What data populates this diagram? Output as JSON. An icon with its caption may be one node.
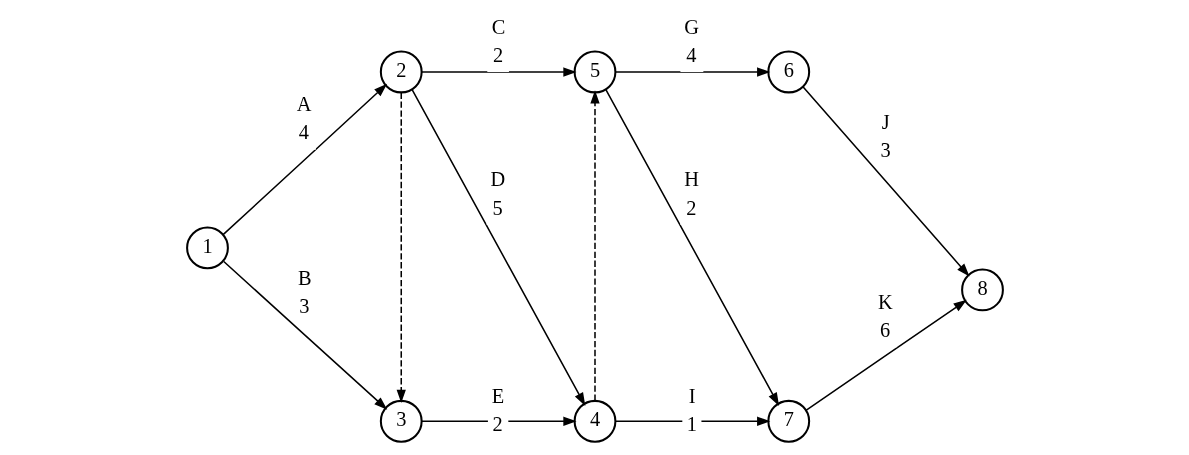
{
  "diagram": {
    "nodes": [
      {
        "text": [
          "1"
        ]
      },
      {
        "text": [
          "2"
        ]
      },
      {
        "text": [
          "3"
        ]
      },
      {
        "text": [
          "4"
        ]
      },
      {
        "text": [
          "5"
        ]
      },
      {
        "text": [
          "6"
        ]
      },
      {
        "text": [
          "7"
        ]
      },
      {
        "text": [
          "8"
        ]
      }
    ],
    "edges": [
      {
        "from": 0,
        "to": 1,
        "arrow": "to",
        "label": [
          "A",
          "4"
        ]
      },
      {
        "from": 0,
        "to": 2,
        "arrow": "to",
        "label": [
          "B",
          "3"
        ]
      },
      {
        "from": 1,
        "to": 4,
        "arrow": "to",
        "label": [
          "C",
          "2"
        ]
      },
      {
        "from": 1,
        "to": 2,
        "arrow": "to",
        "style": "dashed"
      },
      {
        "from": 1,
        "to": 3,
        "arrow": "to",
        "label": [
          "D",
          "5"
        ]
      },
      {
        "from": 2,
        "to": 3,
        "arrow": "to",
        "label": [
          "E",
          "2"
        ]
      },
      {
        "from": 3,
        "to": 4,
        "arrow": "to",
        "style": "dashed"
      },
      {
        "from": 4,
        "to": 5,
        "arrow": "to",
        "label": [
          "G",
          "4"
        ]
      },
      {
        "from": 4,
        "to": 6,
        "arrow": "to",
        "label": [
          "H",
          "2"
        ]
      },
      {
        "from": 3,
        "to": 6,
        "arrow": "to",
        "label": [
          "I",
          "1"
        ]
      },
      {
        "from": 5,
        "to": 7,
        "arrow": "to",
        "label": [
          "J",
          "3"
        ]
      },
      {
        "from": 6,
        "to": 7,
        "arrow": "to",
        "label": [
          "K",
          "6"
        ]
      }
    ]
  }
}
